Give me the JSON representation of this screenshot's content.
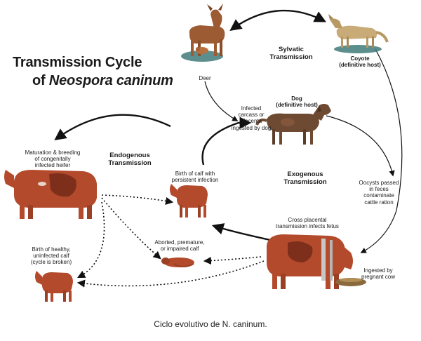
{
  "title": {
    "line1": "Transmission Cycle",
    "line2_prefix": "of ",
    "line2_italic": "Neospora caninum"
  },
  "headings": {
    "sylvatic": "Sylvatic\nTransmission",
    "endogenous": "Endogenous\nTransmission",
    "exogenous": "Exogenous\nTransmission"
  },
  "labels": {
    "deer": "Deer",
    "coyote": "Coyote\n(definitive host)",
    "dog": "Dog\n(definitive host)",
    "infected_carcass": "Infected\ncarcass or\nplacenta\ningested by dog",
    "maturation": "Maturation & breeding\nof congenitally\ninfected heifer",
    "birth_persistent": "Birth of calf with\npersistent infection",
    "aborted": "Aborted, premature,\nor impaired calf",
    "healthy_calf": "Birth of healthy,\nuninfected calf\n(cycle is broken)",
    "oocysts": "Oocysts passed\nin feces\ncontaminate\ncattle ration",
    "cross_placental": "Cross placental\ntransmission infects fetus",
    "ingested": "Ingested by\npregnant cow"
  },
  "caption": "Ciclo evolutivo de N. caninum.",
  "colors": {
    "cow": "#b34a2c",
    "cow_spot": "#7e2f1b",
    "dog": "#6e4a33",
    "deer": "#9c5b32",
    "coyote": "#c9ab78",
    "grass": "#3f7a7a",
    "arrow": "#111111"
  }
}
